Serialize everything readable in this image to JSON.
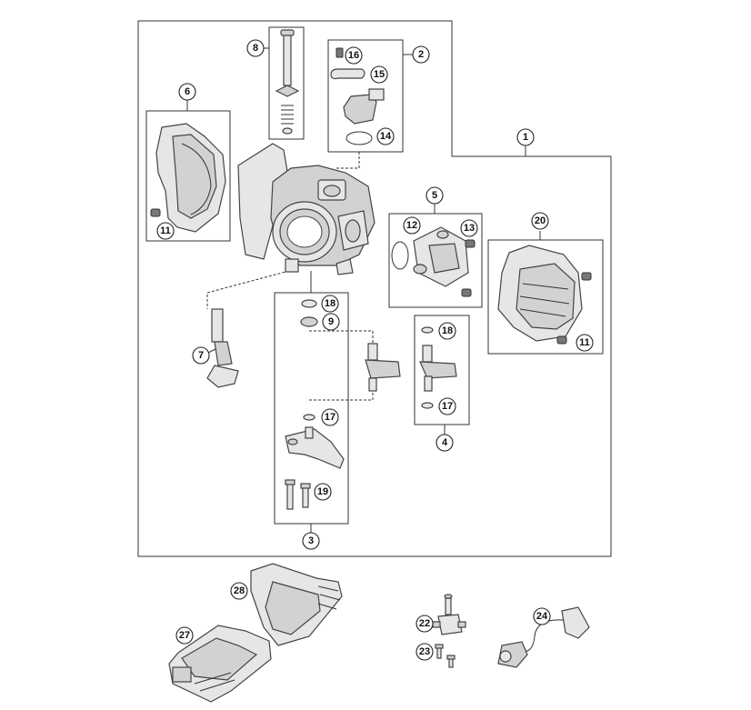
{
  "callouts": [
    {
      "id": "c1",
      "label": "1"
    },
    {
      "id": "c2",
      "label": "2"
    },
    {
      "id": "c3",
      "label": "3"
    },
    {
      "id": "c4",
      "label": "4"
    },
    {
      "id": "c5",
      "label": "5"
    },
    {
      "id": "c6",
      "label": "6"
    },
    {
      "id": "c7",
      "label": "7"
    },
    {
      "id": "c8",
      "label": "8"
    },
    {
      "id": "c9",
      "label": "9"
    },
    {
      "id": "c11a",
      "label": "11"
    },
    {
      "id": "c11b",
      "label": "11"
    },
    {
      "id": "c12",
      "label": "12"
    },
    {
      "id": "c13",
      "label": "13"
    },
    {
      "id": "c14",
      "label": "14"
    },
    {
      "id": "c15",
      "label": "15"
    },
    {
      "id": "c16",
      "label": "16"
    },
    {
      "id": "c17a",
      "label": "17"
    },
    {
      "id": "c17b",
      "label": "17"
    },
    {
      "id": "c18a",
      "label": "18"
    },
    {
      "id": "c18b",
      "label": "18"
    },
    {
      "id": "c19",
      "label": "19"
    },
    {
      "id": "c20",
      "label": "20"
    },
    {
      "id": "c22",
      "label": "22"
    },
    {
      "id": "c23",
      "label": "23"
    },
    {
      "id": "c24",
      "label": "24"
    },
    {
      "id": "c27",
      "label": "27"
    },
    {
      "id": "c28",
      "label": "28"
    }
  ]
}
